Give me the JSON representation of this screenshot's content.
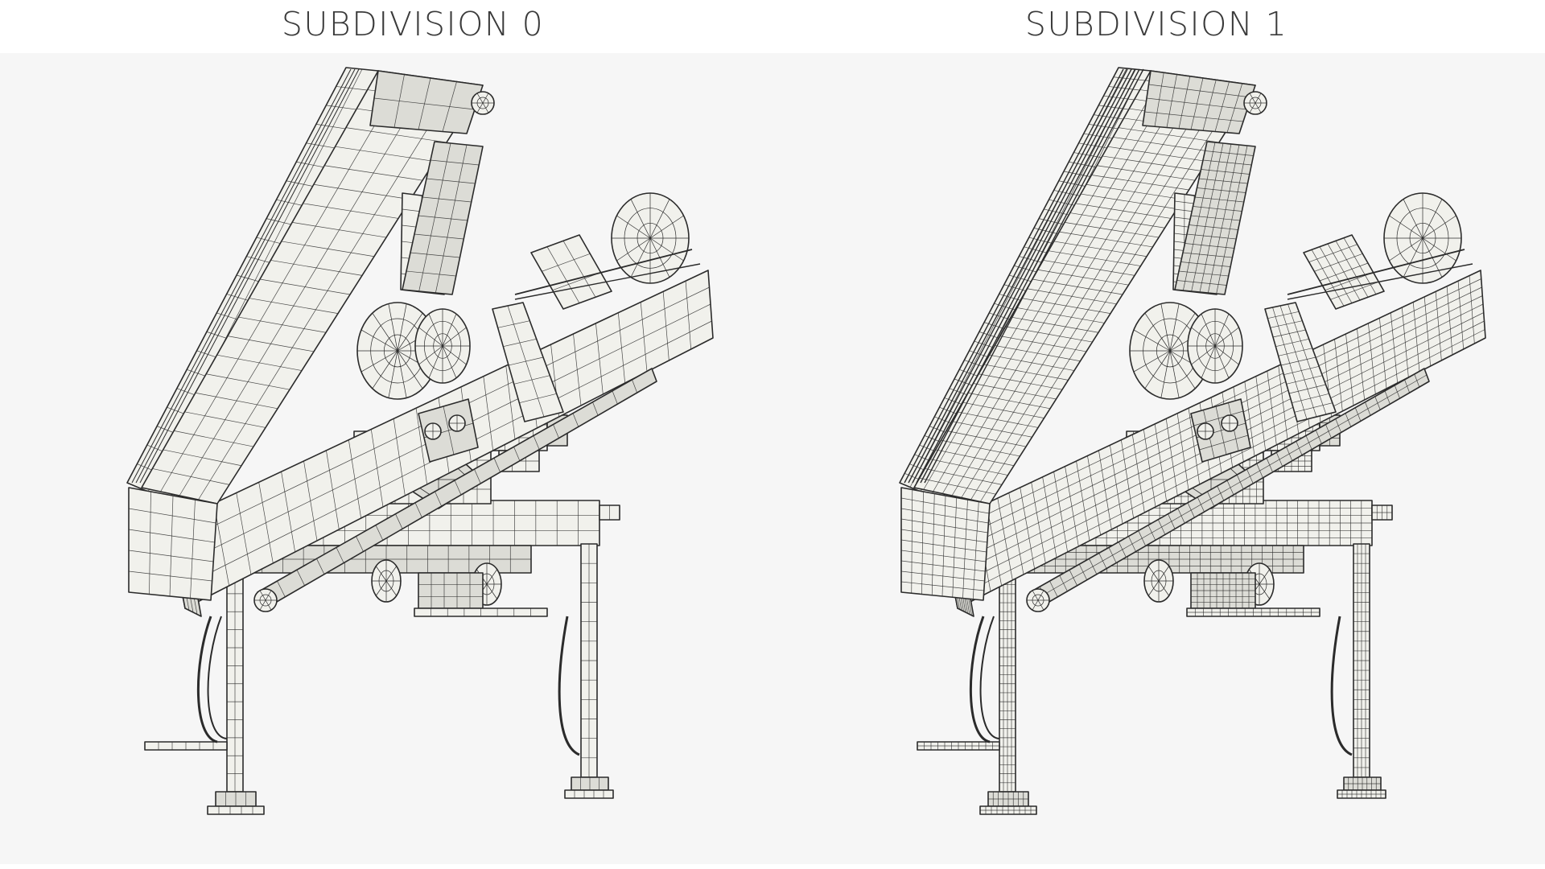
{
  "titles": {
    "left": "SUBDIVISION 0",
    "right": "SUBDIVISION 1"
  },
  "colors": {
    "background": "#f6f6f6",
    "header": "#ffffff",
    "mesh_fill": "#f1f1ec",
    "mesh_fill_shade": "#dcdcd6",
    "wire": "#2b2b2b",
    "title_text": "#3a3a3a"
  },
  "panels": [
    {
      "id": "subdiv-0",
      "wire_density": 0
    },
    {
      "id": "subdiv-1",
      "wire_density": 1
    }
  ]
}
